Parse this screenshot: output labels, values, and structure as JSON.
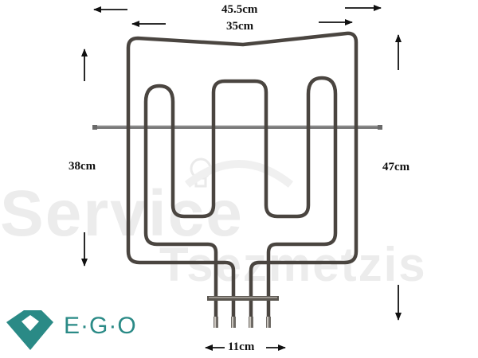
{
  "watermark": {
    "line1": "Service",
    "line2": "Tsezmetzis",
    "color": "#ececec"
  },
  "dimensions": {
    "outer_width": "45.5cm",
    "inner_width": "35cm",
    "left_height": "38cm",
    "right_height": "47cm",
    "terminal_spacing": "11cm"
  },
  "logo": {
    "text": "E·G·O",
    "color": "#2a8a86"
  },
  "colors": {
    "element": "#4a4540",
    "bracket": "#7a7a7a",
    "arrow": "#111111"
  },
  "icons": {
    "dimension_marker": "arrow-icon",
    "watermark_symbol": "lightbulb-icon"
  }
}
